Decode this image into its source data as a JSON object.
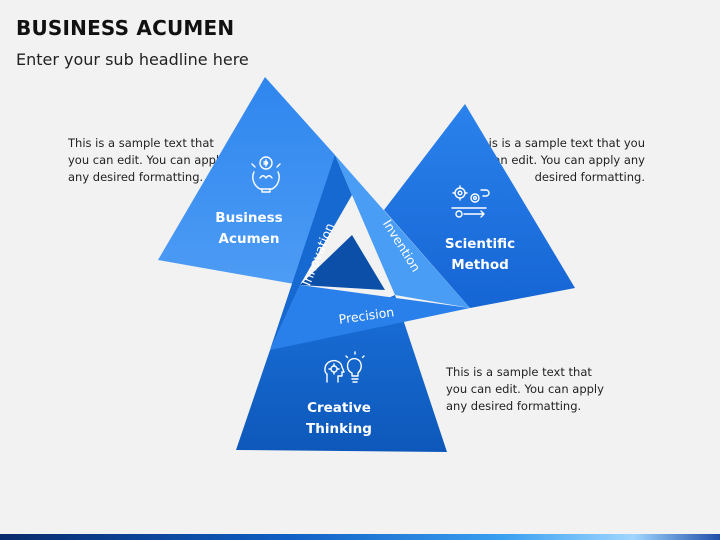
{
  "header": {
    "title": "BUSINESS ACUMEN",
    "subtitle": "Enter your sub headline here"
  },
  "notes": {
    "left": "This is a sample text that you can edit. You can apply any desired formatting.",
    "right": "This is a sample text that you can edit. You can apply any desired formatting.",
    "bottom": "This is a sample text that you can edit. You can apply any desired formatting."
  },
  "segments": {
    "business_acumen": {
      "line1": "Business",
      "line2": "Acumen",
      "icon": "money-brain-icon"
    },
    "scientific_method": {
      "line1": "Scientific",
      "line2": "Method",
      "icon": "gears-process-icon"
    },
    "creative_thinking": {
      "line1": "Creative",
      "line2": "Thinking",
      "icon": "head-lightbulb-icon"
    }
  },
  "links": {
    "innovation": "Innovation",
    "invention": "Invention",
    "precision": "Precision"
  },
  "colors": {
    "background": "#f2f2f2",
    "triangle_light": "#3c8ef0",
    "triangle_medium": "#1f78e6",
    "triangle_dark": "#0f5fc4",
    "overlap_center": "#0b4fa8"
  }
}
